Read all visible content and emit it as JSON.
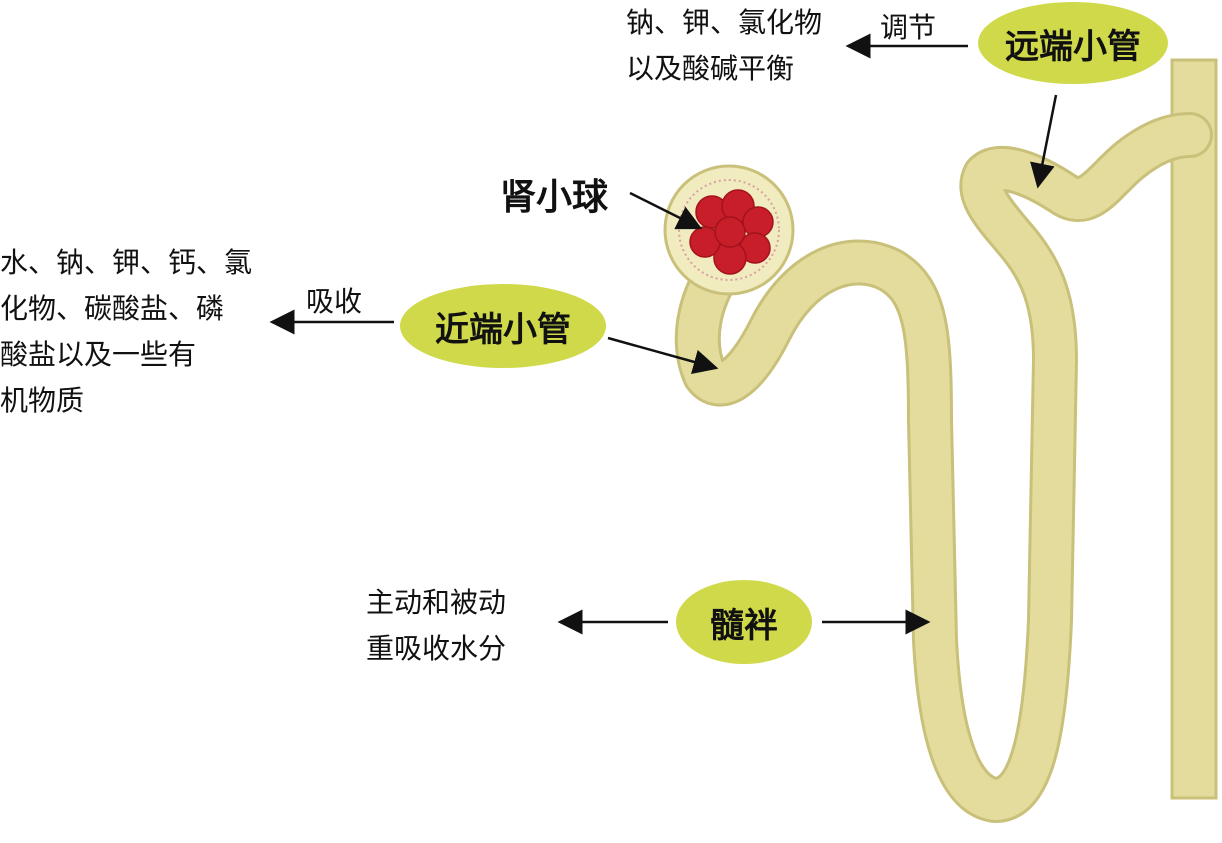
{
  "labels": {
    "distal": "远端小管",
    "proximal": "近端小管",
    "glomerulus": "肾小球",
    "loop": "髓袢"
  },
  "actions": {
    "regulate": "调节",
    "absorb": "吸收"
  },
  "notes": {
    "distal_lines": [
      "钠、钾、氯化物",
      "以及酸碱平衡"
    ],
    "proximal_lines": [
      "水、钠、钾、钙、氯",
      "化物、碳酸盐、磷",
      "酸盐以及一些有",
      "机物质"
    ],
    "loop_lines": [
      "主动和被动",
      "重吸收水分"
    ]
  },
  "colors": {
    "tube_fill": "#e3dc9c",
    "tube_outline": "#c9c07a",
    "badge": "#cfd94a",
    "glomerulus_red": "#c81e2a",
    "capsule_fill": "#f1ebc0"
  }
}
